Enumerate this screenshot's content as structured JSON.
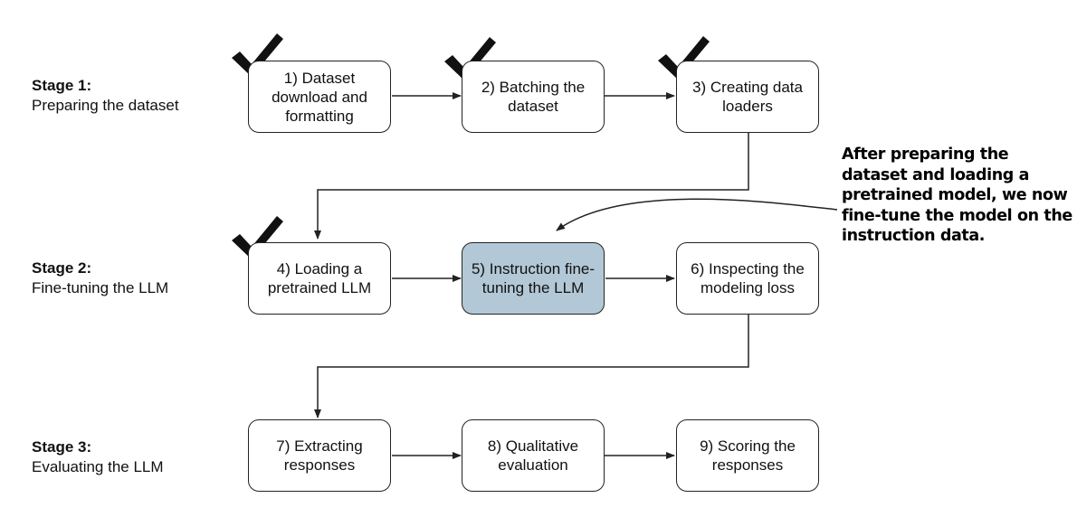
{
  "stages": [
    {
      "title": "Stage 1:",
      "subtitle": "Preparing the dataset"
    },
    {
      "title": "Stage 2:",
      "subtitle": "Fine-tuning the LLM"
    },
    {
      "title": "Stage 3:",
      "subtitle": "Evaluating the LLM"
    }
  ],
  "steps": [
    {
      "label": "1) Dataset download and formatting",
      "done": true
    },
    {
      "label": "2) Batching the dataset",
      "done": true
    },
    {
      "label": "3) Creating data loaders",
      "done": true
    },
    {
      "label": "4) Loading a pretrained LLM",
      "done": true
    },
    {
      "label": "5) Instruction fine-tuning the LLM",
      "done": false,
      "highlighted": true
    },
    {
      "label": "6) Inspecting the modeling loss",
      "done": false
    },
    {
      "label": "7) Extracting responses",
      "done": false
    },
    {
      "label": "8) Qualitative evaluation",
      "done": false
    },
    {
      "label": "9) Scoring the responses",
      "done": false
    }
  ],
  "annotation": "After preparing the dataset and loading a pretrained model, we now fine-tune the model on the instruction data.",
  "colors": {
    "highlight": "#b3c8d6",
    "line": "#222222",
    "check": "#111111"
  }
}
